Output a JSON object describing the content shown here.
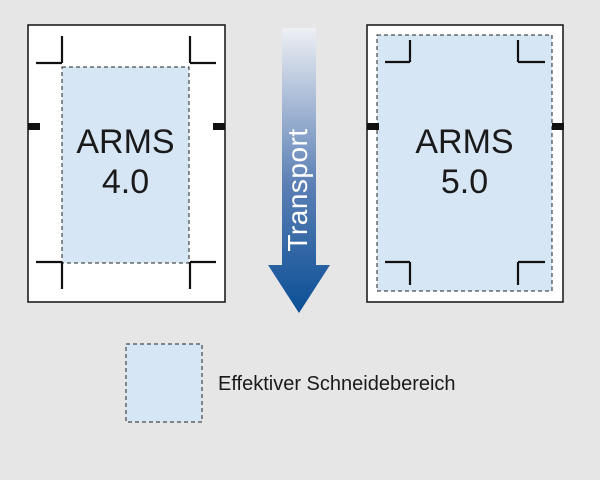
{
  "panels": [
    {
      "title_line1": "ARMS",
      "title_line2": "4.0"
    },
    {
      "title_line1": "ARMS",
      "title_line2": "5.0"
    }
  ],
  "arrow": {
    "label": "Transport"
  },
  "legend": {
    "label": "Effektiver Schneidebereich"
  },
  "colors": {
    "background": "#e6e6e6",
    "sheet": "#ffffff",
    "cut_area": "#d6e6f5",
    "arrow_top": "#e6e6e6",
    "arrow_bottom": "#0b4f95",
    "stroke": "#111111"
  }
}
